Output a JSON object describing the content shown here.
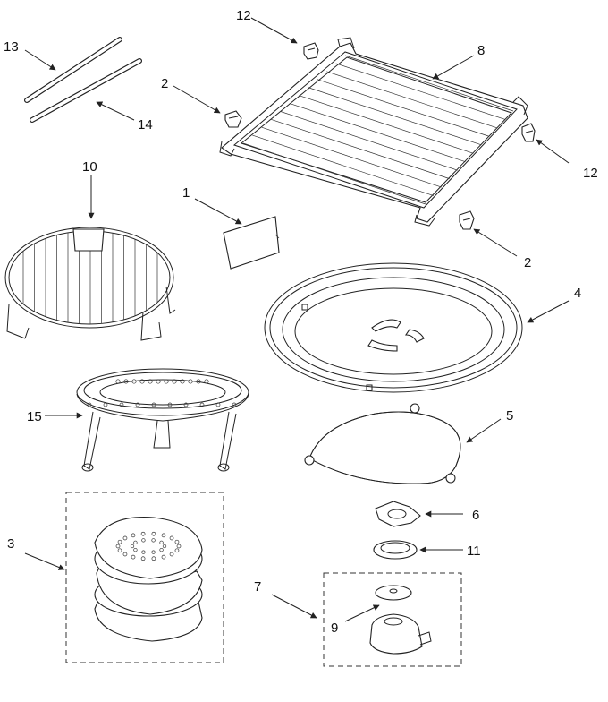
{
  "callouts": {
    "c1": "1",
    "c2a": "2",
    "c2b": "2",
    "c3": "3",
    "c4": "4",
    "c5": "5",
    "c6": "6",
    "c7": "7",
    "c8": "8",
    "c9": "9",
    "c10": "10",
    "c11": "11",
    "c12a": "12",
    "c12b": "12",
    "c13": "13",
    "c14": "14",
    "c15": "15"
  },
  "colors": {
    "line": "#222222",
    "background": "#ffffff"
  }
}
